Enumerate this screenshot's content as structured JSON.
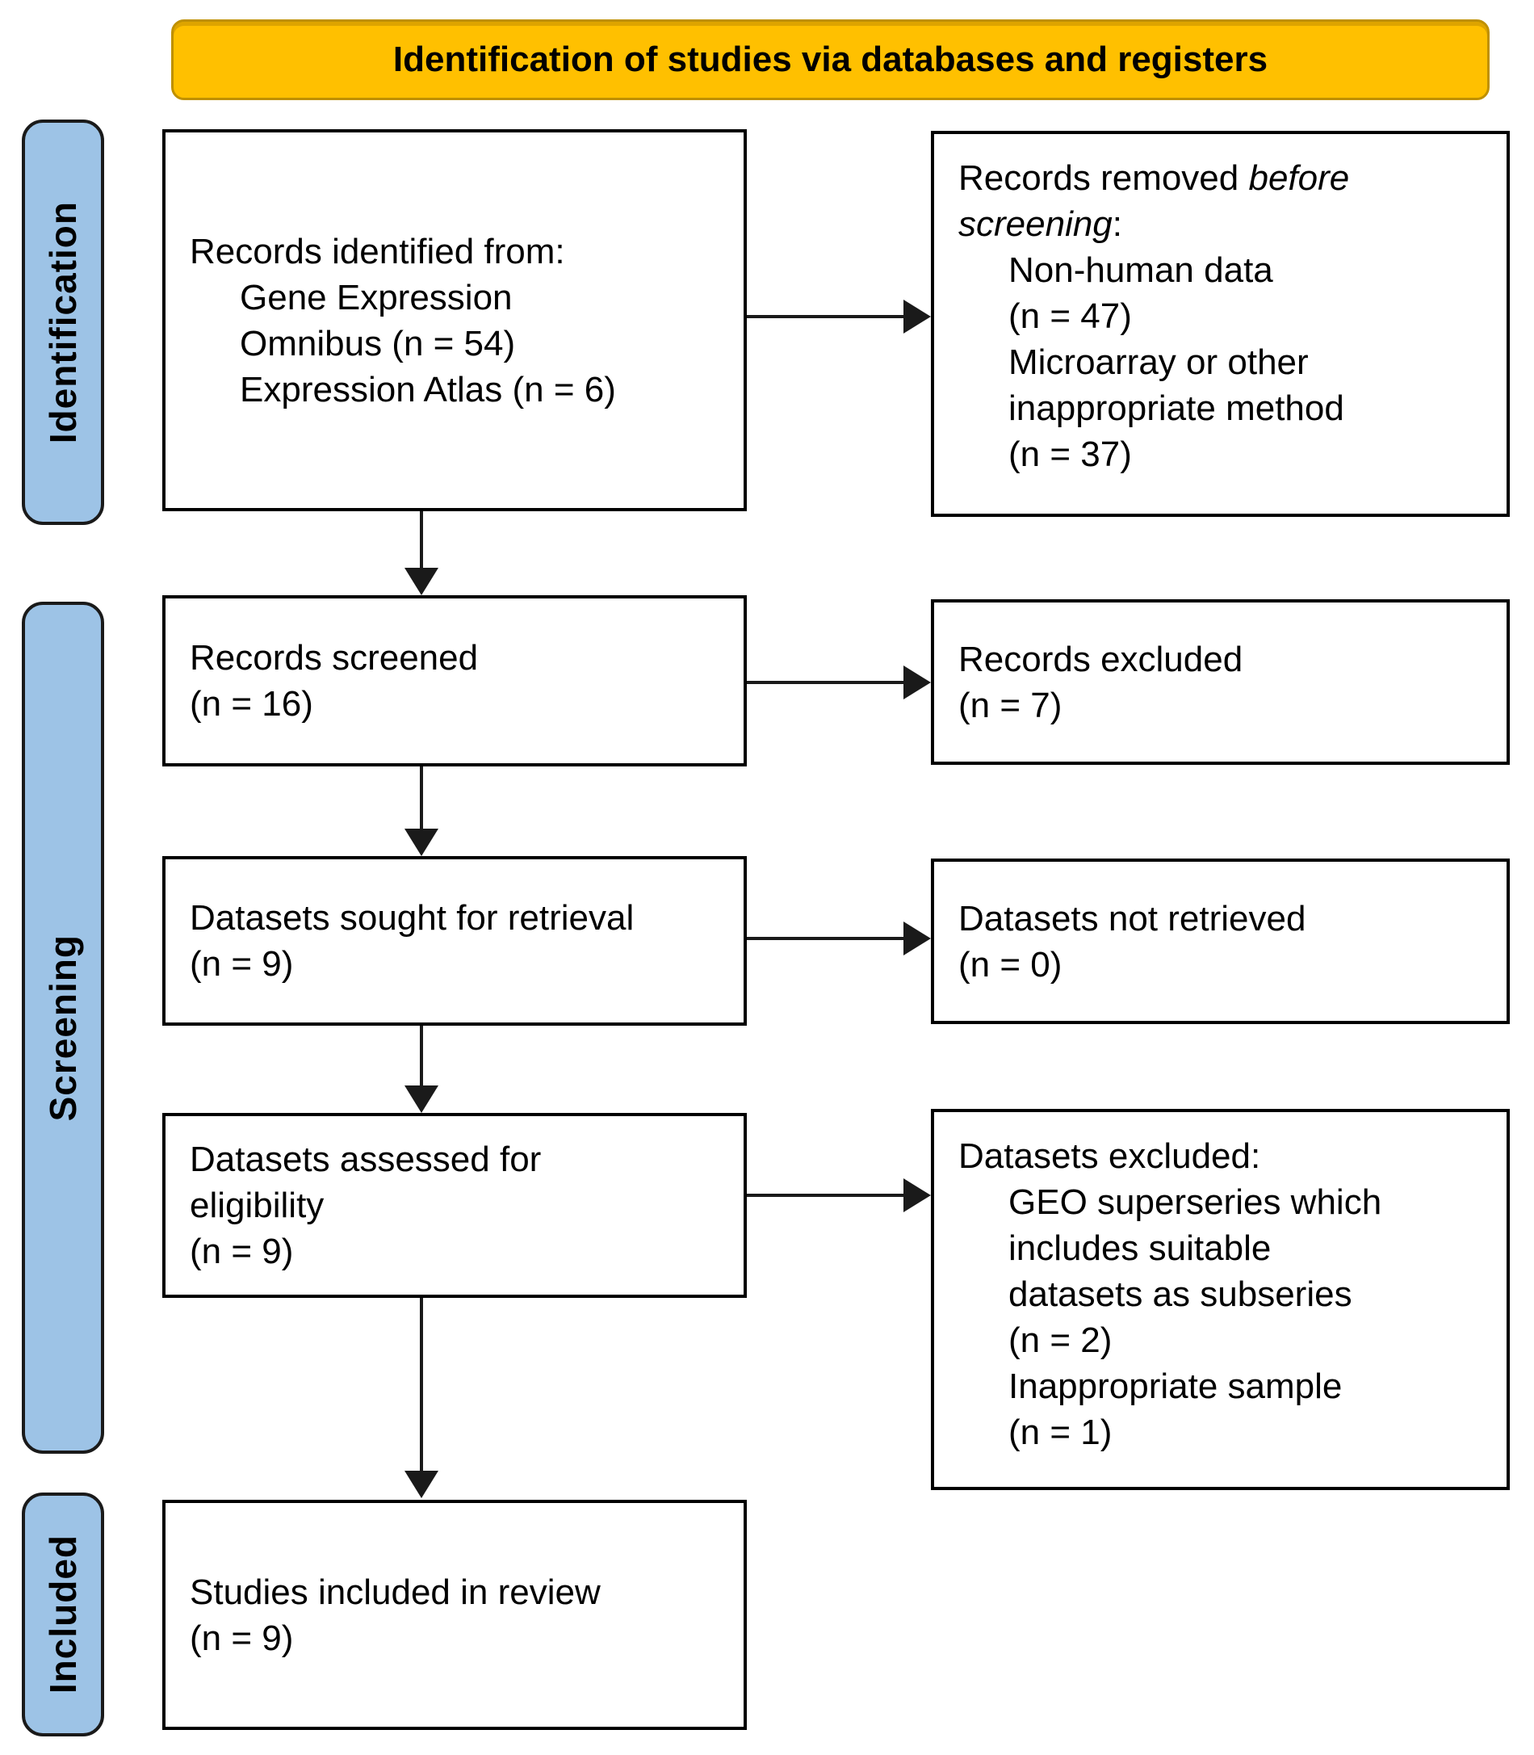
{
  "banner": {
    "label": "Identification of studies via databases and registers"
  },
  "colors": {
    "banner_bg": "#FFC000",
    "banner_border": "#BF9000",
    "sidebar_bg": "#9DC3E6",
    "box_border": "#000000",
    "arrow": "#1a1a1a"
  },
  "sidebar": {
    "stages": [
      {
        "label": "Identification"
      },
      {
        "label": "Screening"
      },
      {
        "label": "Included"
      }
    ]
  },
  "boxes": {
    "identified": {
      "lines": [
        {
          "indent": false,
          "segments": [
            {
              "text": "Records identified from:",
              "italic": false
            }
          ]
        },
        {
          "indent": true,
          "segments": [
            {
              "text": "Gene Expression",
              "italic": false
            }
          ]
        },
        {
          "indent": true,
          "segments": [
            {
              "text": "Omnibus (n = 54)",
              "italic": false
            }
          ]
        },
        {
          "indent": true,
          "segments": [
            {
              "text": "Expression Atlas (n = 6)",
              "italic": false
            }
          ]
        }
      ]
    },
    "removed": {
      "lines": [
        {
          "indent": false,
          "segments": [
            {
              "text": "Records removed ",
              "italic": false
            },
            {
              "text": "before",
              "italic": true
            }
          ]
        },
        {
          "indent": false,
          "segments": [
            {
              "text": "screening",
              "italic": true
            },
            {
              "text": ":",
              "italic": false
            }
          ]
        },
        {
          "indent": true,
          "segments": [
            {
              "text": "Non-human data",
              "italic": false
            }
          ]
        },
        {
          "indent": true,
          "segments": [
            {
              "text": "(n = 47)",
              "italic": false
            }
          ]
        },
        {
          "indent": true,
          "segments": [
            {
              "text": "Microarray or other",
              "italic": false
            }
          ]
        },
        {
          "indent": true,
          "segments": [
            {
              "text": "inappropriate method",
              "italic": false
            }
          ]
        },
        {
          "indent": true,
          "segments": [
            {
              "text": "(n = 37)",
              "italic": false
            }
          ]
        }
      ]
    },
    "screened": {
      "lines": [
        {
          "indent": false,
          "segments": [
            {
              "text": "Records screened",
              "italic": false
            }
          ]
        },
        {
          "indent": false,
          "segments": [
            {
              "text": "(n = 16)",
              "italic": false
            }
          ]
        }
      ]
    },
    "records_excluded": {
      "lines": [
        {
          "indent": false,
          "segments": [
            {
              "text": "Records excluded",
              "italic": false
            }
          ]
        },
        {
          "indent": false,
          "segments": [
            {
              "text": "(n = 7)",
              "italic": false
            }
          ]
        }
      ]
    },
    "sought": {
      "lines": [
        {
          "indent": false,
          "segments": [
            {
              "text": "Datasets sought for retrieval",
              "italic": false
            }
          ]
        },
        {
          "indent": false,
          "segments": [
            {
              "text": "(n = 9)",
              "italic": false
            }
          ]
        }
      ]
    },
    "not_retrieved": {
      "lines": [
        {
          "indent": false,
          "segments": [
            {
              "text": "Datasets not retrieved",
              "italic": false
            }
          ]
        },
        {
          "indent": false,
          "segments": [
            {
              "text": "(n = 0)",
              "italic": false
            }
          ]
        }
      ]
    },
    "assessed": {
      "lines": [
        {
          "indent": false,
          "segments": [
            {
              "text": "Datasets assessed for",
              "italic": false
            }
          ]
        },
        {
          "indent": false,
          "segments": [
            {
              "text": "eligibility",
              "italic": false
            }
          ]
        },
        {
          "indent": false,
          "segments": [
            {
              "text": "(n = 9)",
              "italic": false
            }
          ]
        }
      ]
    },
    "datasets_excluded": {
      "lines": [
        {
          "indent": false,
          "segments": [
            {
              "text": "Datasets excluded:",
              "italic": false
            }
          ]
        },
        {
          "indent": true,
          "segments": [
            {
              "text": "GEO superseries which",
              "italic": false
            }
          ]
        },
        {
          "indent": true,
          "segments": [
            {
              "text": "includes suitable",
              "italic": false
            }
          ]
        },
        {
          "indent": true,
          "segments": [
            {
              "text": "datasets as subseries",
              "italic": false
            }
          ]
        },
        {
          "indent": true,
          "segments": [
            {
              "text": "(n = 2)",
              "italic": false
            }
          ]
        },
        {
          "indent": true,
          "segments": [
            {
              "text": "Inappropriate sample",
              "italic": false
            }
          ]
        },
        {
          "indent": true,
          "segments": [
            {
              "text": "(n = 1)",
              "italic": false
            }
          ]
        }
      ]
    },
    "included_review": {
      "lines": [
        {
          "indent": false,
          "segments": [
            {
              "text": "Studies included in review",
              "italic": false
            }
          ]
        },
        {
          "indent": false,
          "segments": [
            {
              "text": "(n = 9)",
              "italic": false
            }
          ]
        }
      ]
    }
  }
}
